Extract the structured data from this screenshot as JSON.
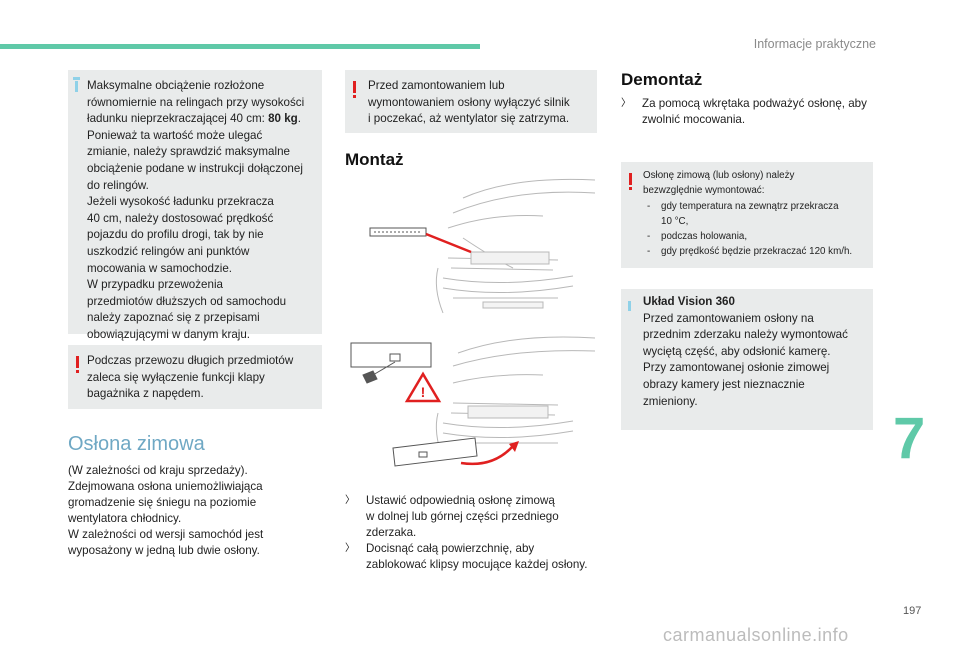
{
  "header": {
    "section_title": "Informacje praktyczne"
  },
  "left": {
    "box1": {
      "lines": [
        "Maksymalne obciążenie rozłożone",
        "równomiernie na relingach przy wysokości",
        "ładunku nieprzekraczającej 40 cm: ",
        "Ponieważ ta wartość może ulegać",
        "zmianie, należy sprawdzić maksymalne",
        "obciążenie podane w instrukcji dołączonej",
        "do relingów.",
        "Jeżeli wysokość ładunku przekracza",
        "40 cm, należy dostosować prędkość",
        "pojazdu do profilu drogi, tak by nie",
        "uszkodzić relingów ani punktów",
        "mocowania w samochodzie.",
        "W przypadku przewożenia",
        "przedmiotów dłuższych od samochodu",
        "należy zapoznać się z przepisami",
        "obowiązującymi w danym kraju."
      ],
      "bold_value": "80 kg",
      "after_bold": "."
    },
    "box2": {
      "lines": [
        "Podczas przewozu długich przedmiotów",
        "zaleca się wyłączenie funkcji klapy",
        "bagażnika z napędem."
      ]
    },
    "title": "Osłona zimowa",
    "para": [
      "(W zależności od kraju sprzedaży).",
      "Zdejmowana osłona uniemożliwiająca",
      "gromadzenie się śniegu na poziomie",
      "wentylatora chłodnicy.",
      "W zależności od wersji samochód jest",
      "wyposażony w jedną lub dwie osłony."
    ]
  },
  "middle": {
    "box": {
      "lines": [
        "Przed zamontowaniem lub",
        "wymontowaniem osłony wyłączyć silnik",
        "i poczekać, aż wentylator się zatrzyma."
      ]
    },
    "title": "Montaż",
    "bullet1": [
      "Ustawić odpowiednią osłonę zimową",
      "w dolnej lub górnej części przedniego",
      "zderzaka."
    ],
    "bullet2": [
      "Docisnąć całą powierzchnię, aby",
      "zablokować klipsy mocujące każdej osłony."
    ],
    "warning_symbol": "!"
  },
  "right": {
    "title": "Demontaż",
    "bullet1": [
      "Za pomocą wkrętaka podważyć osłonę, aby",
      "zwolnić mocowania."
    ],
    "box_warn": {
      "lines": [
        "Osłonę zimową (lub osłony) należy",
        "bezwzględnie wymontować:"
      ],
      "items": [
        [
          "gdy temperatura na zewnątrz przekracza",
          "10 °C,"
        ],
        [
          "podczas holowania,"
        ],
        [
          "gdy prędkość będzie przekraczać 120 km/h."
        ]
      ]
    },
    "box_info": {
      "title": "Układ Vision 360",
      "lines": [
        "Przed zamontowaniem osłony na",
        "przednim zderzaku należy wymontować",
        "wyciętą część, aby odsłonić kamerę.",
        "Przy zamontowanej osłonie zimowej",
        "obrazy kamery jest nieznacznie",
        "zmieniony."
      ]
    }
  },
  "chapter_number": "7",
  "page_number": "197",
  "watermark": "carmanualsonline.info",
  "colors": {
    "accent": "#5fc9a8",
    "info_bar": "#8fd1e8",
    "warning": "#e02020",
    "box_bg": "#e9ebeb",
    "heading_light": "#6fa8c4"
  }
}
